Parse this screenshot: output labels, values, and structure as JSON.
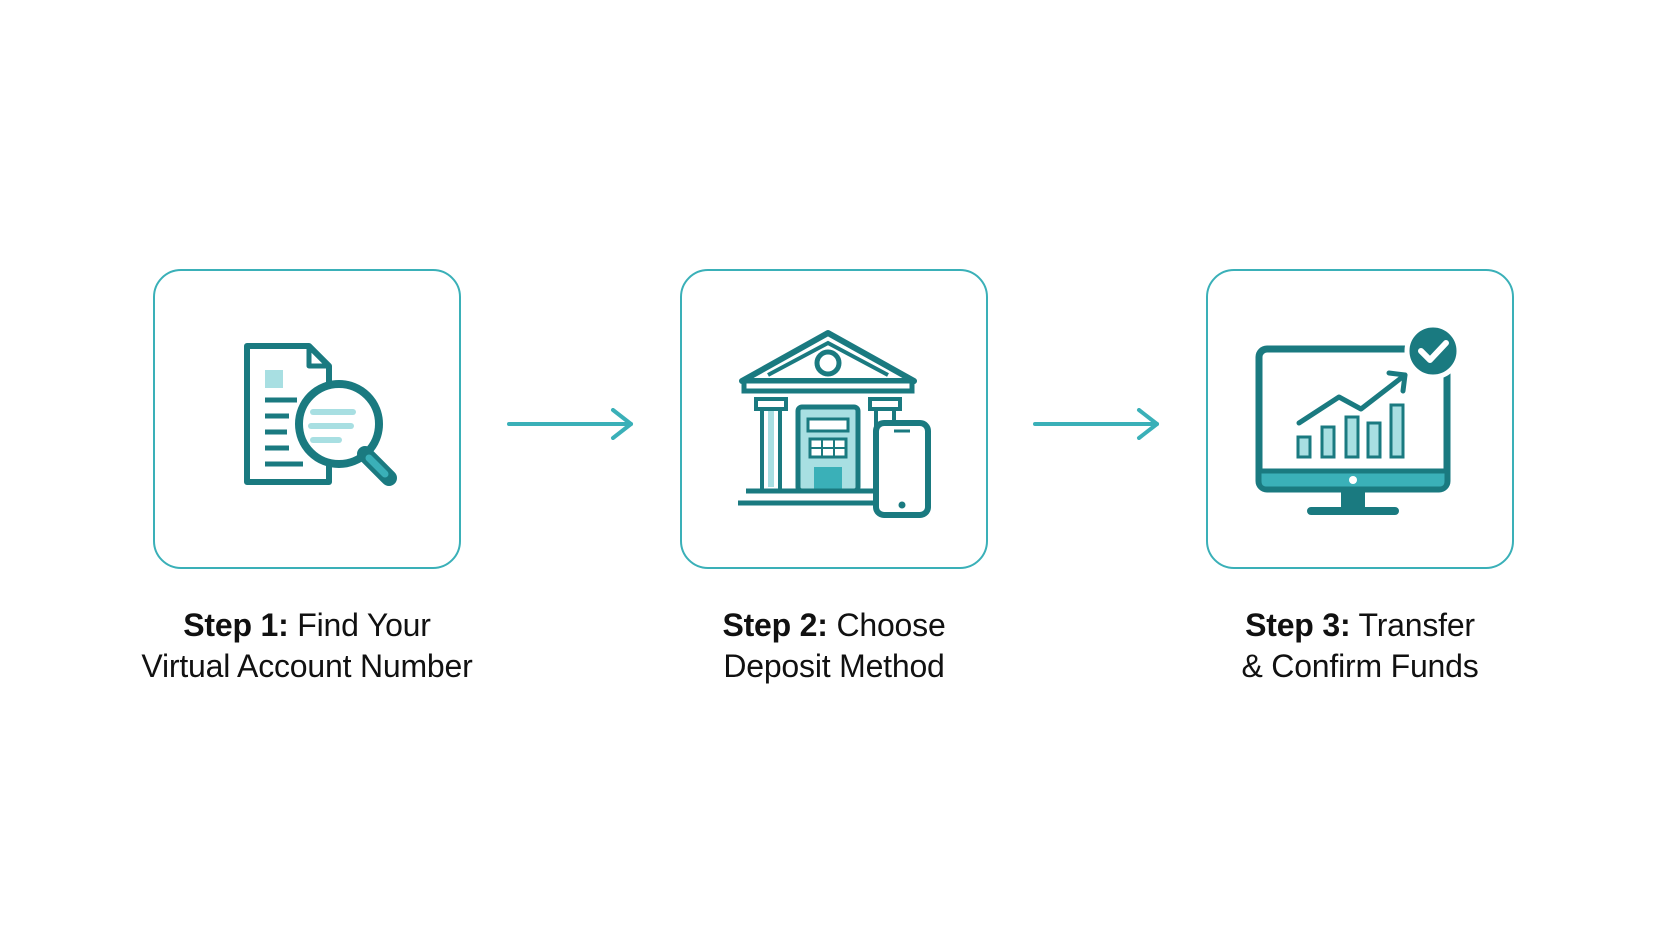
{
  "colors": {
    "accent": "#3ab0b8",
    "icon_dark": "#1a7a80",
    "icon_light": "#a8dfe2",
    "text": "#111111",
    "background": "#ffffff"
  },
  "steps": [
    {
      "prefix": "Step 1",
      "title_line1": "Find Your",
      "title_line2": "Virtual Account Number",
      "icon": "document-search-icon"
    },
    {
      "prefix": "Step 2",
      "title_line1": "Choose",
      "title_line2": "Deposit Method",
      "icon": "bank-and-phone-icon"
    },
    {
      "prefix": "Step 3",
      "title_line1": "Transfer",
      "title_line2": "& Confirm Funds",
      "icon": "monitor-growth-check-icon"
    }
  ],
  "connectors": [
    {
      "from": "Step 1",
      "to": "Step 2",
      "icon": "arrow-right-icon"
    },
    {
      "from": "Step 2",
      "to": "Step 3",
      "icon": "arrow-right-icon"
    }
  ]
}
